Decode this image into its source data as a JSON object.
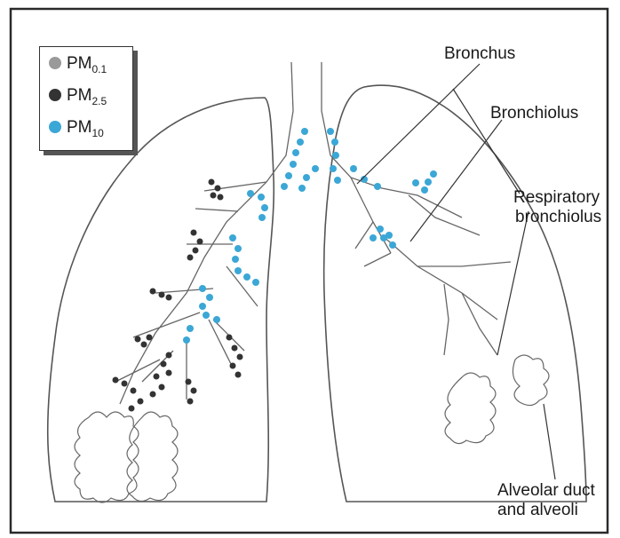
{
  "legend": [
    {
      "base": "PM",
      "sub": "0.1",
      "color": "#9a9a9a"
    },
    {
      "base": "PM",
      "sub": "2.5",
      "color": "#333333"
    },
    {
      "base": "PM",
      "sub": "10",
      "color": "#3ba7d6"
    }
  ],
  "labels": {
    "bronchus": "Bronchus",
    "bronchiolus": "Bronchiolus",
    "respiratory_1": "Respiratory",
    "respiratory_2": "bronchiolus",
    "alveolar_1": "Alveolar duct",
    "alveolar_2": "and alveoli"
  },
  "colors": {
    "frame": "#2a2a2a",
    "outline": "#555555",
    "pm10": "#3ba7d6",
    "pm25": "#333333",
    "pm01": "#9a9a9a"
  },
  "icons": [
    "lung-icon",
    "bronchial-tree-icon",
    "alveoli-icon"
  ]
}
